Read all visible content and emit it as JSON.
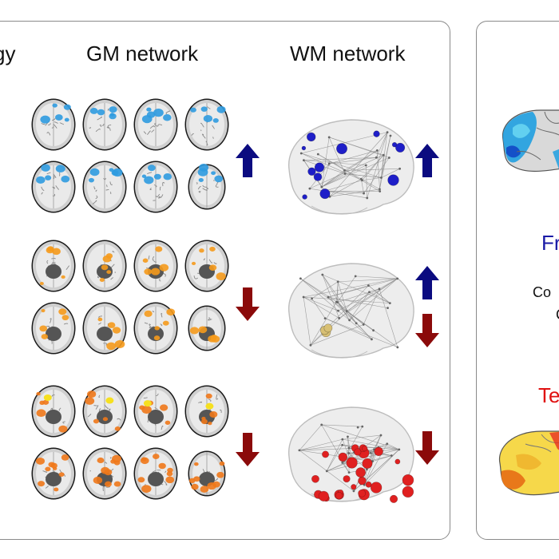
{
  "headers": {
    "left_clipped": "gy",
    "gm": "GM network",
    "wm": "WM network"
  },
  "right_panel": {
    "frontal_partial": "Fr",
    "temporal_partial": "Te",
    "line1_partial": "Co",
    "line2_partial": "C"
  },
  "rows": [
    {
      "gm_direction": "up",
      "wm_directions": [
        "up"
      ],
      "gm_color": "#2f9be0",
      "wm_node_color": "#1e1ec8"
    },
    {
      "gm_direction": "down",
      "wm_directions": [
        "up",
        "down"
      ],
      "gm_color": "#f59a1c",
      "wm_node_color": "#d8c074"
    },
    {
      "gm_direction": "down",
      "wm_directions": [
        "down"
      ],
      "gm_color": "#f0781a",
      "wm_node_color": "#e02020"
    }
  ],
  "colors": {
    "up_arrow": "#0b0b80",
    "down_arrow": "#8b0a0a",
    "border": "#8a8a8a"
  }
}
